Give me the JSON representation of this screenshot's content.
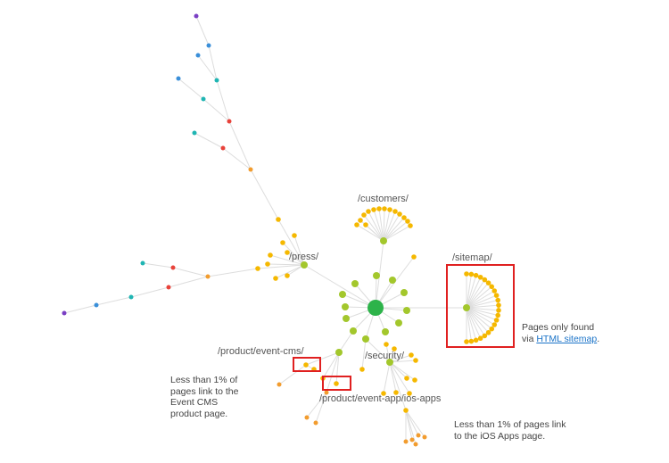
{
  "labels": {
    "customers": "/customers/",
    "press": "/press/",
    "sitemap": "/sitemap/",
    "event_cms": "/product/event-cms/",
    "security": "/security/",
    "ios_apps": "/product/event-app/ios-apps"
  },
  "notes": {
    "sitemap_line1": "Pages only found",
    "sitemap_line2_prefix": "via ",
    "sitemap_link": "HTML sitemap",
    "sitemap_suffix": ".",
    "event_cms_line1": "Less than 1% of",
    "event_cms_line2": "pages link to the",
    "event_cms_line3": "Event CMS",
    "event_cms_line4": "product page.",
    "ios_line1": "Less than 1% of pages link",
    "ios_line2": "to the iOS Apps page."
  },
  "colors": {
    "root": "#2db34a",
    "section": "#a3c72c",
    "page": "#f5b800",
    "deep_orange": "#f29c2e",
    "red": "#e8423a",
    "teal": "#1fb5b3",
    "blue": "#3a8fd9",
    "purple": "#7a3fc4",
    "edge": "#dddddd",
    "highlight": "#e02020"
  }
}
